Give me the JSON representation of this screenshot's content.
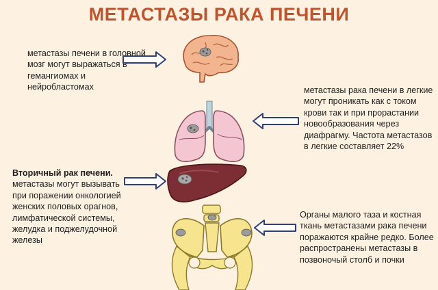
{
  "title": "МЕТАСТАЗЫ РАКА ПЕЧЕНИ",
  "colors": {
    "title": "#c0532b",
    "background": "#fdf1e2",
    "arrow_stroke": "#2e3f7a",
    "liver": "#7d2d34",
    "lungs": "#f3c6d2",
    "brain": "#f2b58f",
    "bone": "#f6e58e"
  },
  "organs": [
    "brain-illustration",
    "lungs-illustration",
    "liver-illustration",
    "pelvis-illustration"
  ],
  "notes": {
    "brain": "метастазы печени в головной мозг могут выражаться в гемангиомах и нейробластомах",
    "lungs": "метастазы рака печени в легкие могут проникать как с током крови так и при прорастании новообразования через диафрагму. Частота метастазов в легкие составляет 22%",
    "liver_heading": "Вторичный рак печени.",
    "liver": "метастазы могут вызывать при поражении онкологией женских половых орагнов, лимфатической системы, желудка и поджелудочной железы",
    "pelvis": "Органы малого таза и костная ткань метастазами рака печени поражаются крайне редко. Более распространены метастазы в позвоночый столб и почки"
  }
}
